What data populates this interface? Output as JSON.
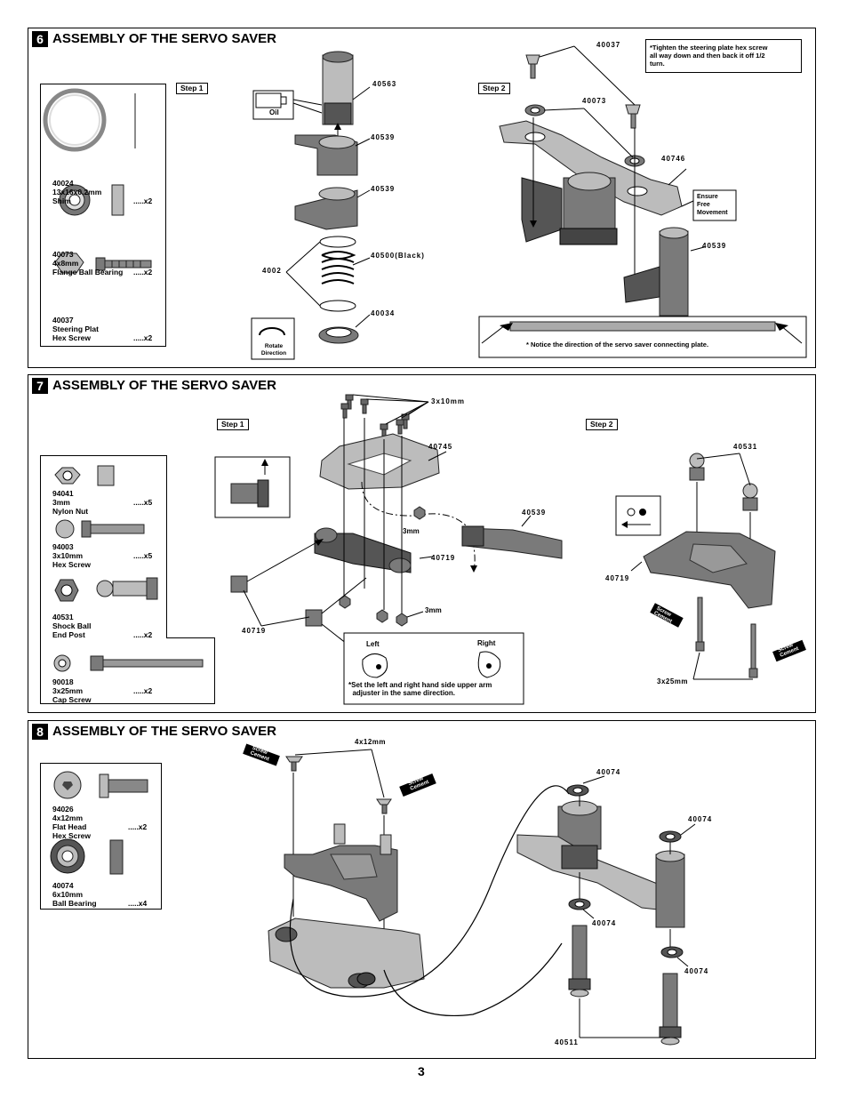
{
  "page_number": "3",
  "sections": [
    {
      "num": "6",
      "title": "ASSEMBLY OF THE SERVO SAVER",
      "parts": [
        {
          "code": "40024",
          "desc": "13x16x0.2mm",
          "name": "Shim",
          "qty": ".....x2"
        },
        {
          "code": "40073",
          "desc": "4x8mm",
          "name": "Flange Ball Bearing",
          "qty": ".....x2"
        },
        {
          "code": "40037",
          "desc": "Steering Plat",
          "name": "Hex Screw",
          "qty": ".....x2"
        }
      ],
      "step1": "Step 1",
      "step2": "Step 2",
      "labels": {
        "oil": "Oil",
        "p40563": "40563",
        "p40539a": "40539",
        "p40539b": "40539",
        "p40500": "40500(Black)",
        "p4002": "4002",
        "p40034": "40034",
        "rotate": "Rotate\nDirection",
        "p40037": "40037",
        "p40073": "40073",
        "p40746": "40746",
        "p40539c": "40539",
        "tighten": "*Tighten the steering plate hex screw\nall way down and then back it off 1/2\nturn.",
        "ensure": "Ensure\nFree\nMovement",
        "notice": "* Notice the direction of the servo saver connecting plate."
      }
    },
    {
      "num": "7",
      "title": "ASSEMBLY OF THE SERVO SAVER",
      "parts": [
        {
          "code": "94041",
          "desc": "3mm",
          "name": "Nylon Nut",
          "qty": ".....x5"
        },
        {
          "code": "94003",
          "desc": "3x10mm",
          "name": "Hex Screw",
          "qty": ".....x5"
        },
        {
          "code": "40531",
          "desc": "Shock Ball",
          "name": "End Post",
          "qty": ".....x2"
        },
        {
          "code": "90018",
          "desc": "3x25mm",
          "name": "Cap Screw",
          "qty": ".....x2"
        }
      ],
      "step1": "Step 1",
      "step2": "Step 2",
      "labels": {
        "p3x10": "3x10mm",
        "p40745": "40745",
        "p3mma": "3mm",
        "p40539": "40539",
        "p40719a": "40719",
        "p3mmb": "3mm",
        "p40719b": "40719",
        "left": "Left",
        "right": "Right",
        "adjust": "*Set the left and right hand side upper arm\n  adjuster in the same direction.",
        "p40531": "40531",
        "p40719c": "40719",
        "p3x25": "3x25mm",
        "cement1": "Screw\nCement",
        "cement2": "Screw\nCement"
      }
    },
    {
      "num": "8",
      "title": "ASSEMBLY OF THE SERVO SAVER",
      "parts": [
        {
          "code": "94026",
          "desc": "4x12mm",
          "name": "Flat Head",
          "name2": "Hex Screw",
          "qty": ".....x2"
        },
        {
          "code": "40074",
          "desc": "6x10mm",
          "name": "Ball Bearing",
          "qty": ".....x4"
        }
      ],
      "labels": {
        "p4x12": "4x12mm",
        "cement1": "Screw\nCement",
        "cement2": "Screw\nCement",
        "p40074a": "40074",
        "p40074b": "40074",
        "p40074c": "40074",
        "p40074d": "40074",
        "p40511": "40511"
      }
    }
  ]
}
